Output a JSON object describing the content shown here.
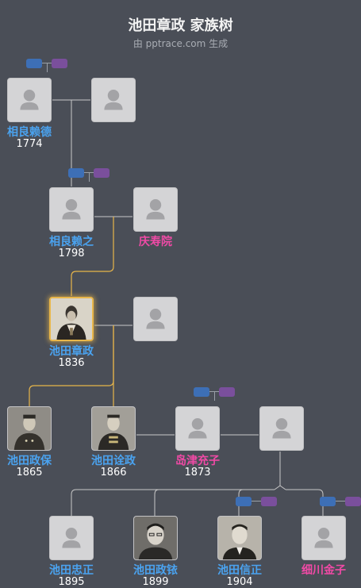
{
  "header": {
    "title": "池田章政 家族树",
    "subtitle": "由 pptrace.com 生成"
  },
  "persons": {
    "p1": {
      "name": "相良赖德",
      "year": "1774",
      "gender": "male"
    },
    "p2": {
      "name": "",
      "year": "",
      "gender": "unknown"
    },
    "p3": {
      "name": "相良赖之",
      "year": "1798",
      "gender": "male"
    },
    "p4": {
      "name": "庆寿院",
      "year": "",
      "gender": "female"
    },
    "p5": {
      "name": "池田章政",
      "year": "1836",
      "gender": "male"
    },
    "p6": {
      "name": "",
      "year": "",
      "gender": "unknown"
    },
    "p7": {
      "name": "池田政保",
      "year": "1865",
      "gender": "male"
    },
    "p8": {
      "name": "池田诠政",
      "year": "1866",
      "gender": "male"
    },
    "p9": {
      "name": "岛津充子",
      "year": "1873",
      "gender": "female"
    },
    "p10": {
      "name": "",
      "year": "",
      "gender": "unknown"
    },
    "p11": {
      "name": "池田忠正",
      "year": "1895",
      "gender": "male"
    },
    "p12": {
      "name": "池田政铱",
      "year": "1899",
      "gender": "male"
    },
    "p13": {
      "name": "池田信正",
      "year": "1904",
      "gender": "male"
    },
    "p14": {
      "name": "细川金子",
      "year": "",
      "gender": "female"
    }
  },
  "colors": {
    "background": "#4a4e57",
    "male_name": "#4aa3f0",
    "female_name": "#f04aa6",
    "highlight_line": "#e8b64a",
    "line": "#c8c8c8"
  }
}
